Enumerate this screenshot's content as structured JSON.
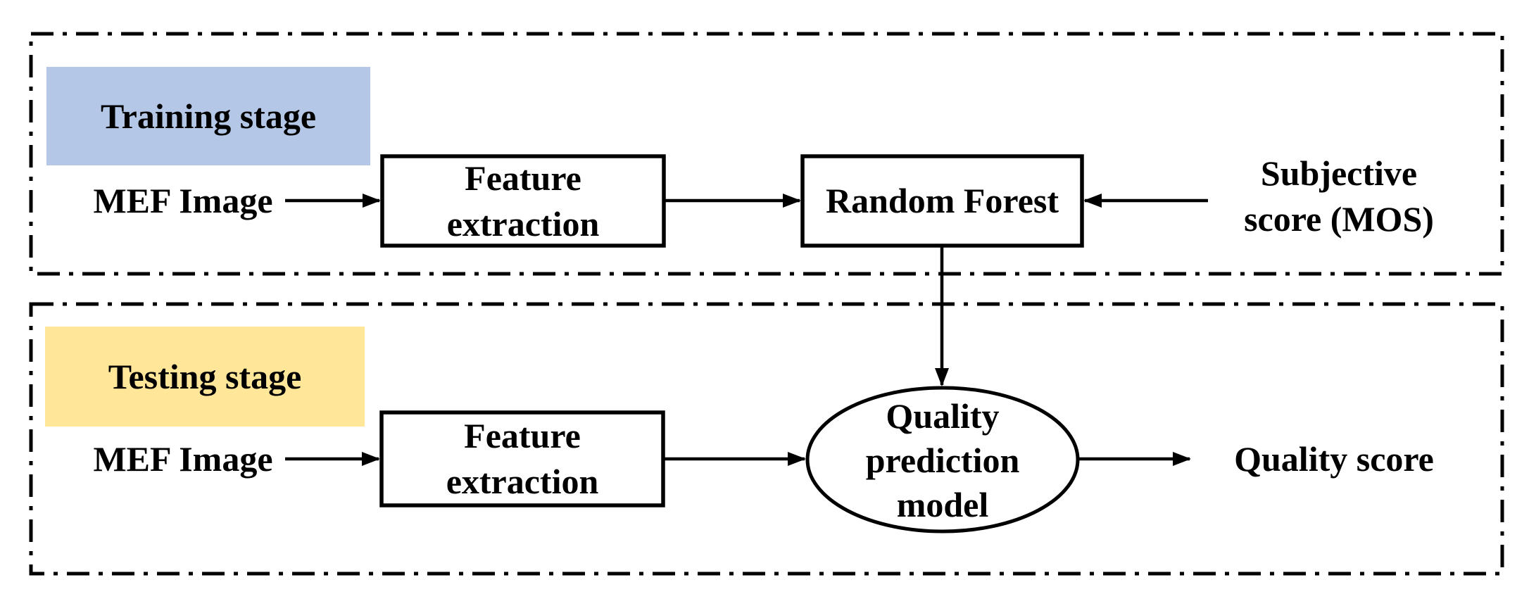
{
  "colors": {
    "training_label_bg": "#b4c7e7",
    "testing_label_bg": "#ffe699",
    "line": "#000000",
    "canvas_bg": "#ffffff"
  },
  "training": {
    "label": "Training stage",
    "input_label": "MEF Image",
    "feature_box": {
      "line1": "Feature",
      "line2": "extraction"
    },
    "model_box_label": "Random Forest",
    "subjective": {
      "line1": "Subjective",
      "line2": "score (MOS)"
    }
  },
  "testing": {
    "label": "Testing stage",
    "input_label": "MEF Image",
    "feature_box": {
      "line1": "Feature",
      "line2": "extraction"
    },
    "model_ellipse": {
      "line1": "Quality",
      "line2": "prediction",
      "line3": "model"
    },
    "output_label": "Quality score"
  }
}
